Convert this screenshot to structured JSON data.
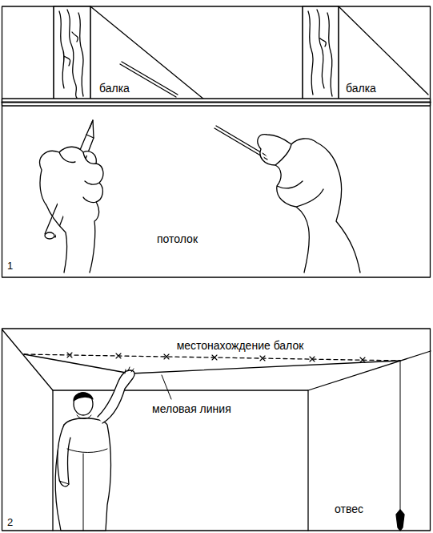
{
  "diagram": {
    "labels": [
      "балка",
      "балка",
      "потолок",
      "1",
      "местонахождение балок",
      "меловая линия",
      "отвес",
      "2"
    ]
  }
}
